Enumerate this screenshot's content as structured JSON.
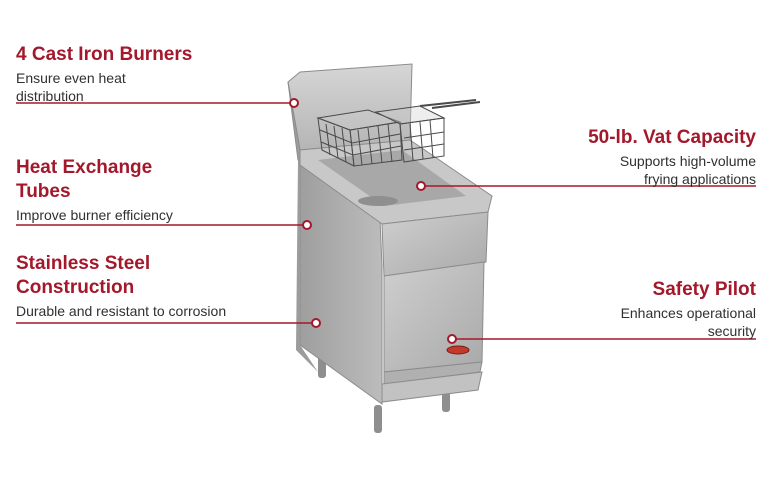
{
  "features": [
    {
      "title": "4 Cast Iron Burners",
      "description": "Ensure even heat distribution"
    },
    {
      "title": "Heat Exchange Tubes",
      "description": "Improve burner efficiency"
    },
    {
      "title": "Stainless Steel Construction",
      "description": "Durable and resistant to corrosion"
    },
    {
      "title": "50-lb. Vat Capacity",
      "description": "Supports high-volume frying applications"
    },
    {
      "title": "Safety Pilot",
      "description": "Enhances operational security"
    }
  ],
  "colors": {
    "accent": "#a3182b",
    "body_text": "#303030",
    "steel": "#b9b9b9"
  }
}
